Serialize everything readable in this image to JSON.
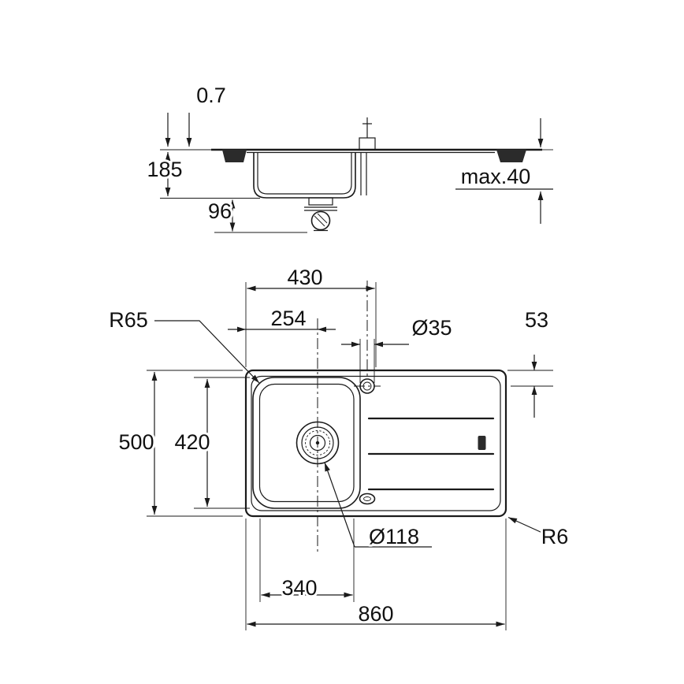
{
  "drawing": {
    "type": "technical-dimension-drawing",
    "subject": "kitchen sink with drainboard",
    "ink_color": "#1a1a1a",
    "background": "#ffffff",
    "section_view": {
      "labels": {
        "sheet_thickness": "0.7",
        "bowl_depth": "185",
        "drain_height": "96",
        "max_counter_thickness": "max.40"
      }
    },
    "plan_view": {
      "labels": {
        "bowl_module_width": "430",
        "drain_center_offset": "254",
        "faucet_hole_diameter": "Ø35",
        "faucet_center_offset": "53",
        "bowl_corner_radius": "R65",
        "overall_depth": "500",
        "bowl_inner_depth": "420",
        "drain_diameter": "Ø118",
        "bowl_inner_width": "340",
        "overall_width": "860",
        "outer_corner_radius": "R6"
      }
    }
  }
}
